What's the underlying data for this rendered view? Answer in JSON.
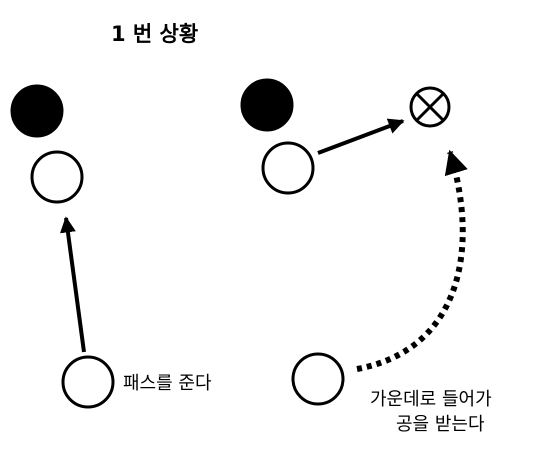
{
  "title": "1 번 상황",
  "labels": {
    "pass": "패스를 준다",
    "move_line1": "가운데로 들어가",
    "move_line2": "공을 받는다"
  },
  "colors": {
    "line": "#000000",
    "defender_fill": "#000000",
    "player_fill": "#ffffff",
    "background": "#ffffff"
  },
  "icons": {
    "defender": "filled-black-circle",
    "player": "hollow-circle",
    "target": "circle-with-x",
    "pass": "solid-arrow",
    "run": "dotted-curved-arrow"
  }
}
